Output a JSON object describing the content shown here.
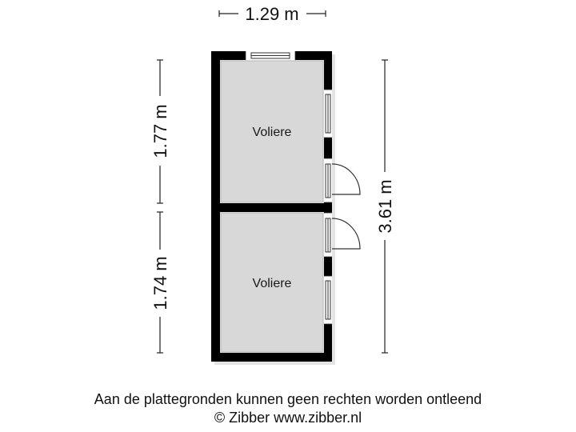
{
  "plan": {
    "rooms": [
      {
        "label": "Voliere",
        "position": "top"
      },
      {
        "label": "Voliere",
        "position": "bottom"
      }
    ],
    "dimensions": {
      "width_top": "1.29 m",
      "left_upper": "1.77 m",
      "left_lower": "1.74 m",
      "right_total": "3.61 m"
    },
    "colors": {
      "wall": "#000000",
      "floor": "#d8d8d8",
      "background": "#ffffff",
      "dimension_line": "#222222"
    }
  },
  "footer": {
    "disclaimer": "Aan de plattegronden kunnen geen rechten worden ontleend",
    "copyright": "© Zibber www.zibber.nl"
  }
}
